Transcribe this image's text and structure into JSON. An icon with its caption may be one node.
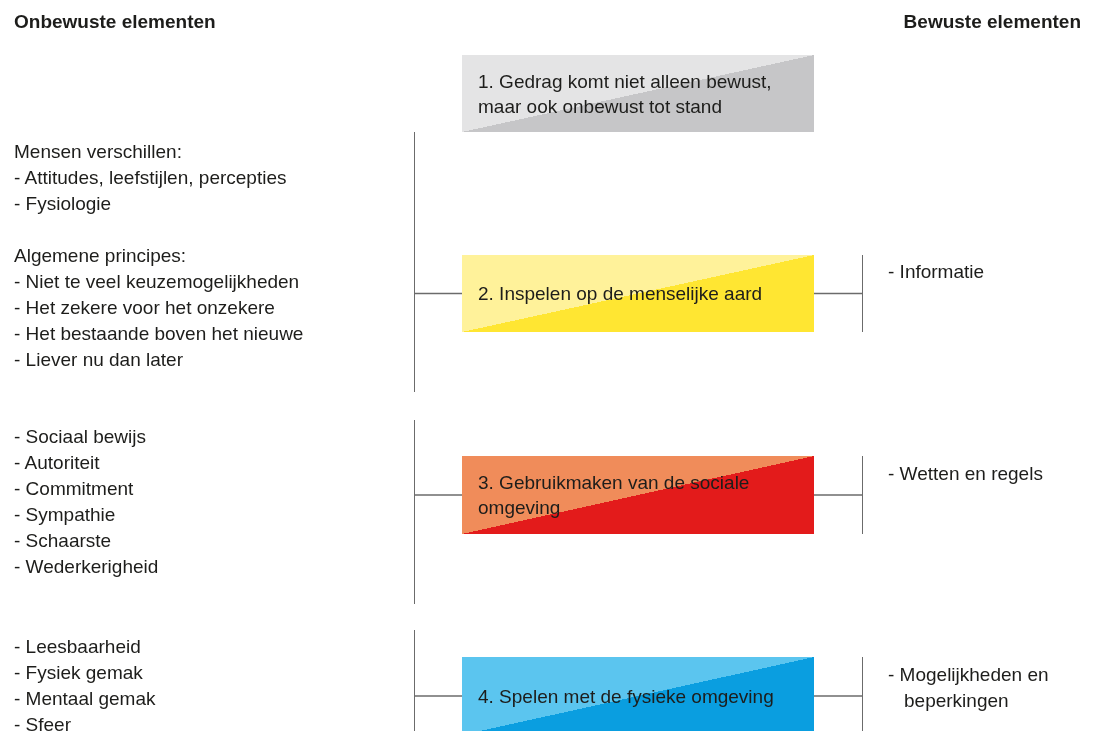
{
  "diagram": {
    "nodes": [
      {
        "text": [
          "1. Gedrag komt niet alleen bewust, maar ook onbewust tot stand"
        ]
      },
      {
        "text": [
          "Mensen verschillen:",
          "- Attitudes, leefstijlen, percepties",
          "- Fysiologie",
          "Algemene principes:",
          "- Niet te veel keuzemogelijkheden",
          "- Het zekere voor het onzekere",
          "- Het bestaande boven het nieuwe",
          "- Liever nu dan later"
        ]
      },
      {
        "text": [
          "2. Inspelen op de menselijke aard"
        ]
      },
      {
        "text": [
          "- Informatie"
        ]
      },
      {
        "text": [
          "- Sociaal bewijs",
          "- Autoriteit",
          "- Commitment",
          "- Sympathie",
          "- Schaarste",
          "- Wederkerigheid"
        ]
      },
      {
        "text": [
          "3. Gebruikmaken van de sociale omgeving"
        ]
      },
      {
        "text": [
          "- Wetten en regels"
        ]
      },
      {
        "text": [
          "- Leesbaarheid",
          "- Fysiek gemak",
          "- Mentaal gemak",
          "- Sfeer"
        ]
      },
      {
        "text": [
          "4. Spelen met de fysieke omgeving"
        ]
      },
      {
        "text": [
          "- Mogelijkheden en beperkingen"
        ]
      }
    ],
    "edges": [
      {
        "from": 1,
        "to": 2,
        "arrow": "none"
      },
      {
        "from": 2,
        "to": 3,
        "arrow": "none"
      },
      {
        "from": 4,
        "to": 5,
        "arrow": "none"
      },
      {
        "from": 5,
        "to": 6,
        "arrow": "none"
      },
      {
        "from": 7,
        "to": 8,
        "arrow": "none"
      },
      {
        "from": 8,
        "to": 9,
        "arrow": "none"
      }
    ],
    "labels": [
      "Onbewuste elementen",
      "Bewuste elementen"
    ]
  }
}
